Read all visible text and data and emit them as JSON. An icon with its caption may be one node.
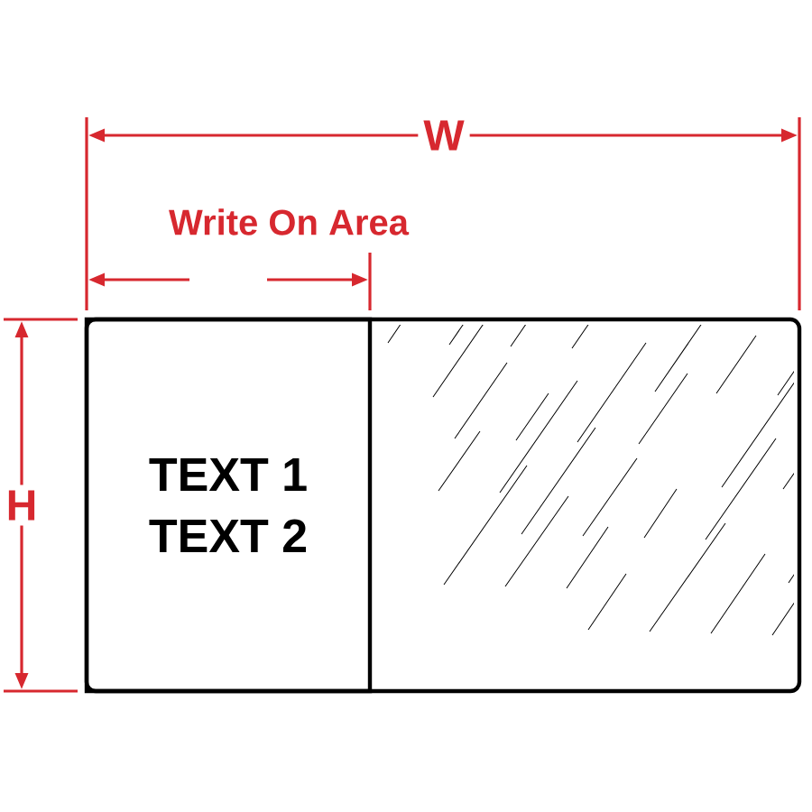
{
  "diagram": {
    "nodes": [
      {
        "text": [
          "TEXT 1",
          "TEXT 2"
        ]
      }
    ],
    "labels": [
      "W",
      "Write On Area",
      "H"
    ]
  }
}
